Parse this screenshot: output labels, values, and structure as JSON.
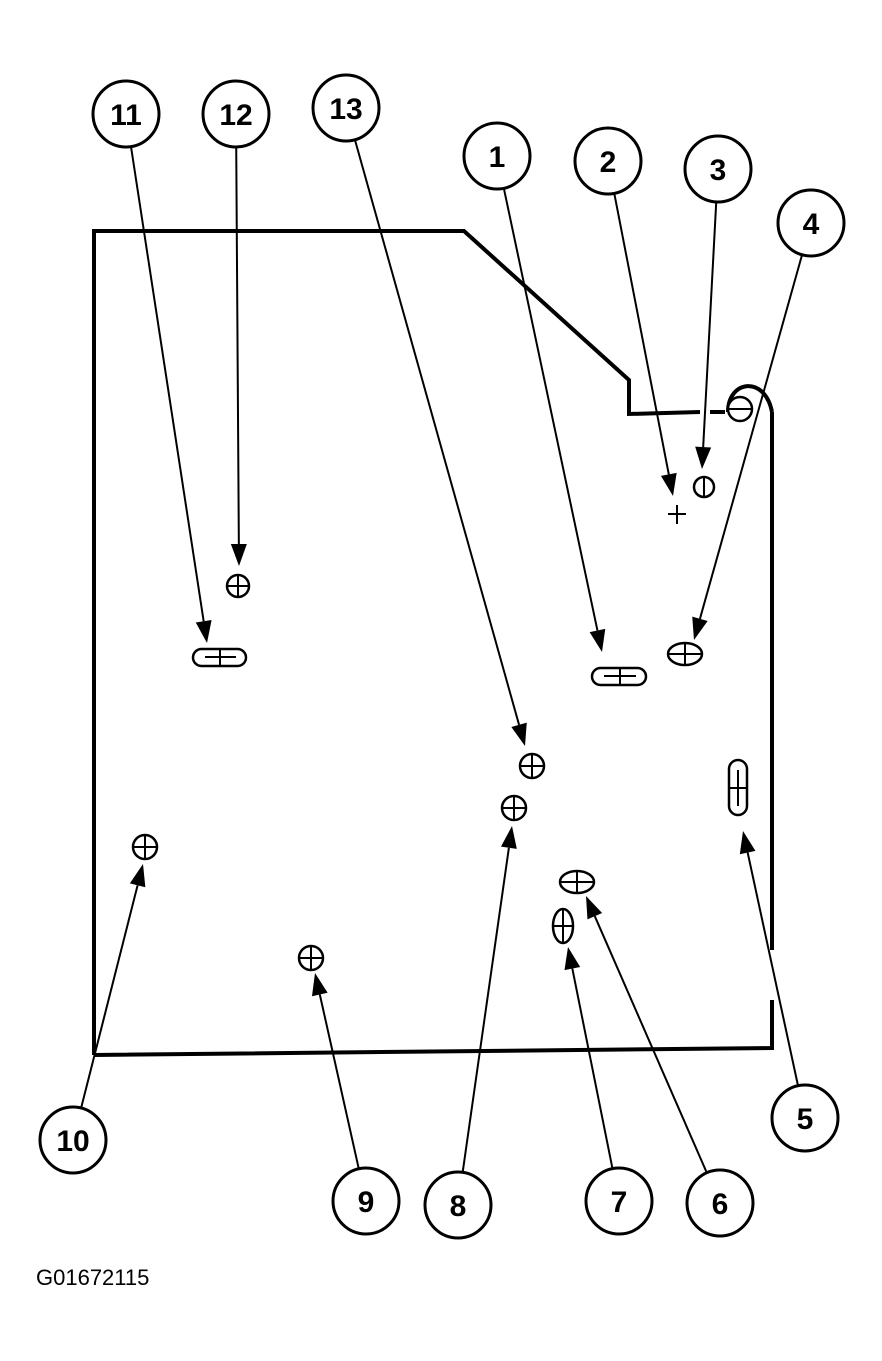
{
  "callouts": [
    {
      "id": "1",
      "label": "1"
    },
    {
      "id": "2",
      "label": "2"
    },
    {
      "id": "3",
      "label": "3"
    },
    {
      "id": "4",
      "label": "4"
    },
    {
      "id": "5",
      "label": "5"
    },
    {
      "id": "6",
      "label": "6"
    },
    {
      "id": "7",
      "label": "7"
    },
    {
      "id": "8",
      "label": "8"
    },
    {
      "id": "9",
      "label": "9"
    },
    {
      "id": "10",
      "label": "10"
    },
    {
      "id": "11",
      "label": "11"
    },
    {
      "id": "12",
      "label": "12"
    },
    {
      "id": "13",
      "label": "13"
    }
  ],
  "figure_id": "G01672115",
  "colors": {
    "line": "#000000",
    "background": "#ffffff"
  }
}
